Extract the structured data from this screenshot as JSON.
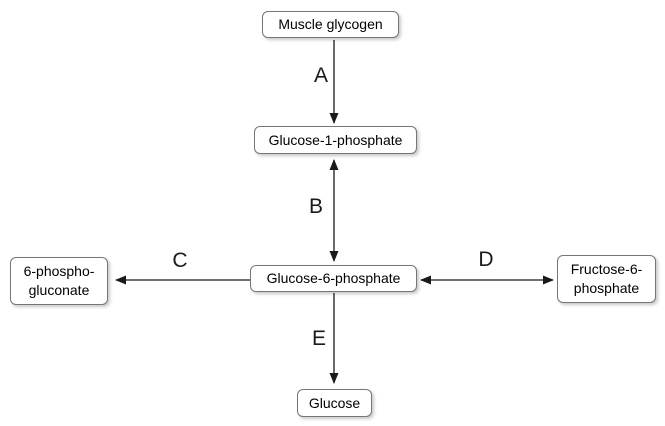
{
  "diagram": {
    "nodes": {
      "muscle_glycogen": {
        "label": "Muscle glycogen"
      },
      "glucose_1_phosphate": {
        "label": "Glucose-1-phosphate"
      },
      "glucose_6_phosphate": {
        "label": "Glucose-6-phosphate"
      },
      "phospho_gluconate": {
        "line1": "6-phospho-",
        "line2": "gluconate"
      },
      "fructose_6_phosphate": {
        "line1": "Fructose-6-",
        "line2": "phosphate"
      },
      "glucose": {
        "label": "Glucose"
      }
    },
    "edges": {
      "a": {
        "label": "A",
        "from": "Muscle glycogen",
        "to": "Glucose-1-phosphate",
        "direction": "one-way"
      },
      "b": {
        "label": "B",
        "from": "Glucose-1-phosphate",
        "to": "Glucose-6-phosphate",
        "direction": "two-way"
      },
      "c": {
        "label": "C",
        "from": "Glucose-6-phosphate",
        "to": "6-phospho-gluconate",
        "direction": "one-way"
      },
      "d": {
        "label": "D",
        "from": "Glucose-6-phosphate",
        "to": "Fructose-6-phosphate",
        "direction": "two-way"
      },
      "e": {
        "label": "E",
        "from": "Glucose-6-phosphate",
        "to": "Glucose",
        "direction": "one-way"
      }
    },
    "colors": {
      "background": "#ffffff",
      "line": "#1a1a1a",
      "box_border": "#767676",
      "box_background": "#ffffff",
      "text": "#000000"
    }
  }
}
